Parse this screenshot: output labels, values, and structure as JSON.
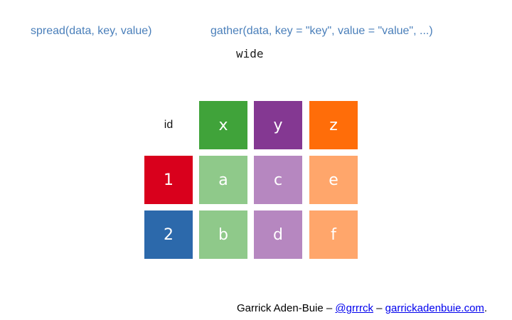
{
  "header": {
    "spread_call": "spread(data, key, value)",
    "gather_call": "gather(data, key = \"key\", value = \"value\", ...)"
  },
  "caption": "wide",
  "table": {
    "id_header": "id",
    "columns": [
      {
        "label": "x",
        "color": "#40a33a"
      },
      {
        "label": "y",
        "color": "#843892"
      },
      {
        "label": "z",
        "color": "#ff6d09"
      }
    ],
    "rows": [
      {
        "id": "1",
        "id_color": "#d9001c",
        "values": [
          "a",
          "c",
          "e"
        ]
      },
      {
        "id": "2",
        "id_color": "#2c69ab",
        "values": [
          "b",
          "d",
          "f"
        ]
      }
    ],
    "value_colors": [
      "#8fc98a",
      "#b687c0",
      "#ffa66b"
    ]
  },
  "footer": {
    "author": "Garrick Aden-Buie",
    "sep1": " – ",
    "handle": "@grrrck",
    "sep2": " – ",
    "website": "garrickadenbuie.com",
    "end": "."
  }
}
